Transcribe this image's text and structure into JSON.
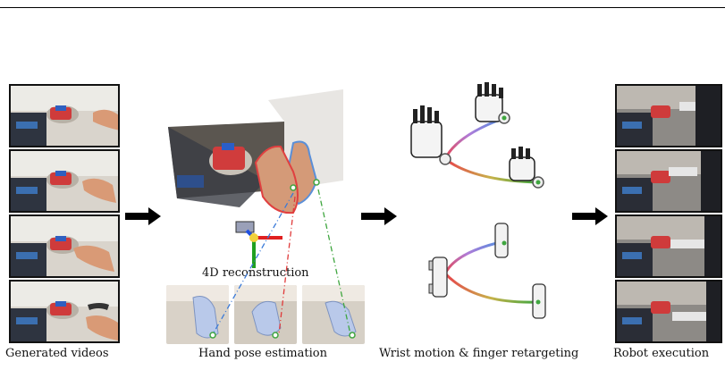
{
  "stages": {
    "generated_videos": "Generated videos",
    "hand_pose_estimation": "Hand pose estimation",
    "reconstruction_4d": "4D reconstruction",
    "retargeting": "Wrist motion & finger retargeting",
    "robot_execution": "Robot execution"
  },
  "colors": {
    "arrow": "#000000",
    "trajectory_start": "#e8424b",
    "trajectory_mid": "#b07cd8",
    "trajectory_blue": "#4a8fe0",
    "trajectory_green": "#3fa63f",
    "hand_red": "#e04040",
    "hand_blue": "#5a8fd8",
    "axis_x": "#e02020",
    "axis_y": "#20a020",
    "axis_z": "#2050e0"
  }
}
